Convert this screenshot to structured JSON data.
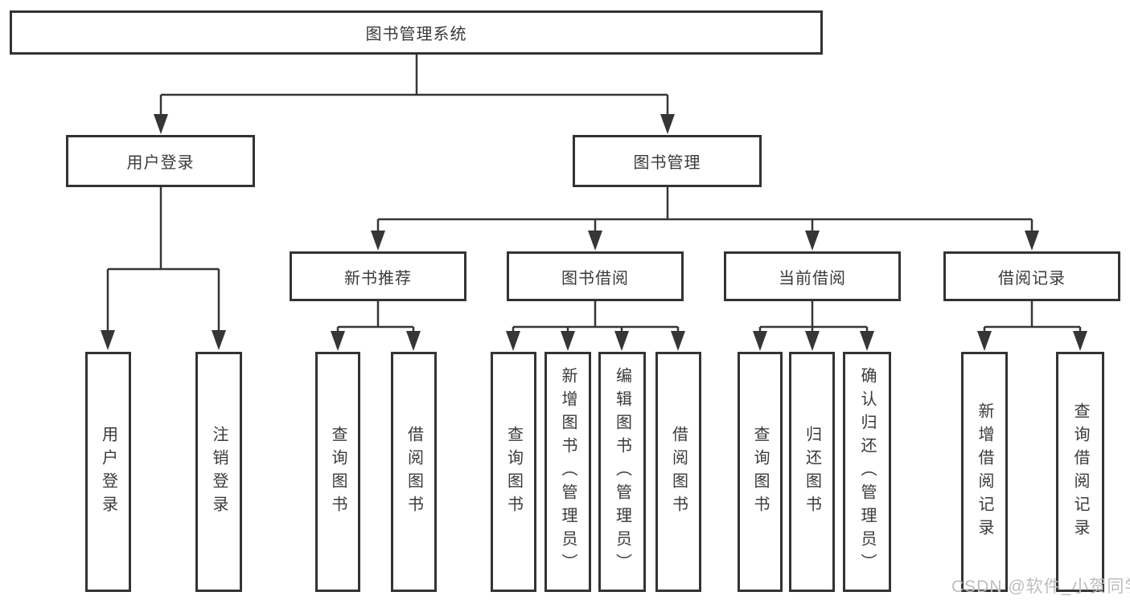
{
  "diagram": {
    "root": "图书管理系统",
    "level2": {
      "user_login": "用户登录",
      "book_management": "图书管理"
    },
    "level3": {
      "new_book": "新书推荐",
      "book_borrow": "图书借阅",
      "current_borrow": "当前借阅",
      "borrow_record": "借阅记录"
    },
    "leaves": {
      "user_login": [
        "用户登录",
        "注销登录"
      ],
      "new_book": [
        "查询图书",
        "借阅图书"
      ],
      "book_borrow": [
        "查询图书",
        "新增图书（管理员）",
        "编辑图书（管理员）",
        "借阅图书"
      ],
      "current_borrow": [
        "查询图书",
        "归还图书",
        "确认归还（管理员）"
      ],
      "borrow_record": [
        "新增借阅记录",
        "查询借阅记录"
      ]
    }
  },
  "watermark": "CSDN @软件_小贺同学",
  "colors": {
    "line": "#363636",
    "box_border": "#333333",
    "text": "#3a3a3a",
    "background": "#ffffff",
    "watermark": "#bdbdbd"
  }
}
